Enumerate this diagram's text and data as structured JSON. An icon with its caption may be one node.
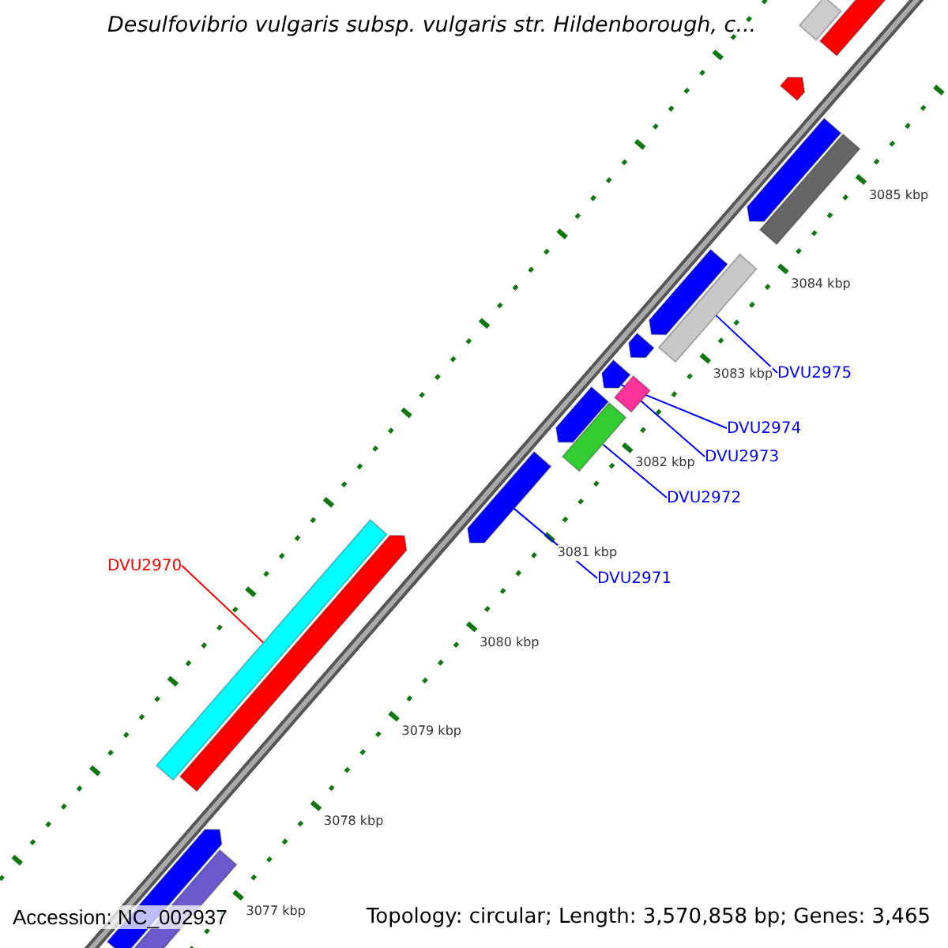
{
  "diagram": {
    "title": "Desulfovibrio vulgaris subsp. vulgaris str. Hildenborough, c...",
    "nodes": [
      {
        "text": [
          "DVU2970"
        ]
      },
      {
        "text": [],
        "shape": "bar"
      },
      {
        "text": [
          "DVU2971"
        ]
      },
      {
        "text": [],
        "shape": "arrow"
      },
      {
        "text": [
          "DVU2972"
        ]
      },
      {
        "text": [],
        "shape": "bar"
      },
      {
        "text": [
          "DVU2973"
        ]
      },
      {
        "text": [],
        "shape": "bar"
      },
      {
        "text": [
          "DVU2974"
        ]
      },
      {
        "text": [],
        "shape": "arrow"
      },
      {
        "text": [
          "DVU2975"
        ]
      },
      {
        "text": [],
        "shape": "bar"
      },
      {
        "text": [],
        "shape": "bar"
      },
      {
        "text": [],
        "shape": "arrow"
      },
      {
        "text": [],
        "shape": "arrow"
      },
      {
        "text": [],
        "shape": "arrow"
      },
      {
        "text": [],
        "shape": "bar"
      },
      {
        "text": [],
        "shape": "arrow"
      },
      {
        "text": [],
        "shape": "arrow"
      },
      {
        "text": [],
        "shape": "arrow"
      },
      {
        "text": [],
        "shape": "arrow"
      },
      {
        "text": [],
        "shape": "arrow"
      },
      {
        "text": [],
        "shape": "bar"
      }
    ],
    "edges": [
      {
        "from": 0,
        "to": 1,
        "arrow": "none",
        "color": "#ff0000"
      },
      {
        "from": 2,
        "to": 3,
        "arrow": "none"
      },
      {
        "from": 4,
        "to": 5,
        "arrow": "none"
      },
      {
        "from": 6,
        "to": 7,
        "arrow": "none"
      },
      {
        "from": 8,
        "to": 9,
        "arrow": "none"
      },
      {
        "from": 10,
        "to": 11,
        "arrow": "none"
      }
    ],
    "labels": [
      "3085 kbp",
      "3084 kbp",
      "3083 kbp",
      "3082 kbp",
      "3081 kbp",
      "3080 kbp",
      "3079 kbp",
      "3078 kbp",
      "3077 kbp",
      "Accession: NC_002937",
      "Topology: circular; Length: 3,570,858 bp; Genes: 3,465"
    ]
  }
}
